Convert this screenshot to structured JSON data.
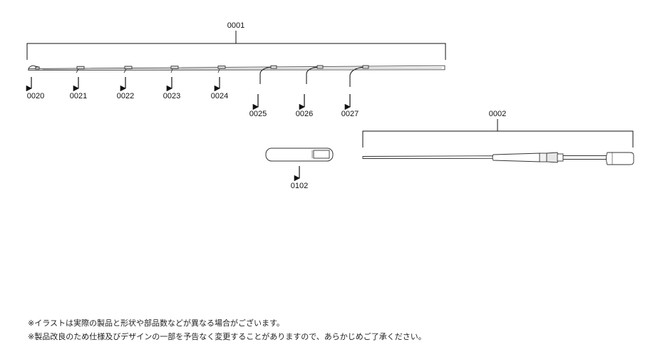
{
  "diagram": {
    "assembly_label": "0001",
    "butt_section_label": "0002",
    "part_labels": [
      "0020",
      "0021",
      "0022",
      "0023",
      "0024",
      "0025",
      "0026",
      "0027"
    ],
    "rod_band_label": "0102"
  },
  "notes": [
    "※イラストは実際の製品と形状や部品数などが異なる場合がございます。",
    "※製品改良のため仕様及びデザインの一部を予告なく変更することがありますので、あらかじめご了承ください。"
  ],
  "colors": {
    "line": "#111111",
    "rod": "#555555",
    "fill": "#ffffff"
  }
}
